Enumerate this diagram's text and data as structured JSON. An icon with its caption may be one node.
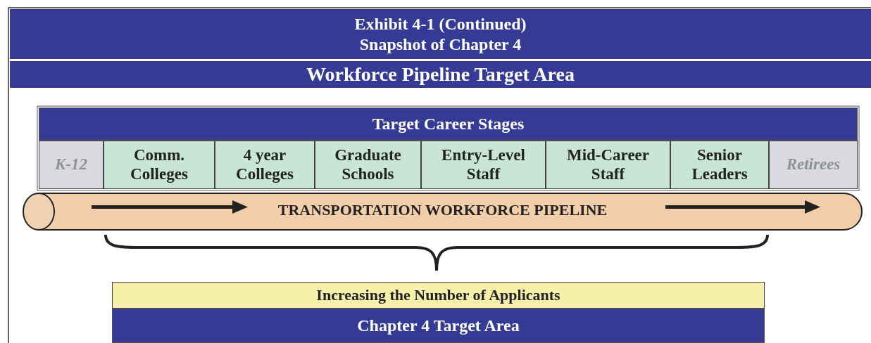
{
  "diagram": {
    "title": "Exhibit 4-1 (Continued) Snapshot of Chapter 4",
    "nodes": [
      {
        "text": [
          "Workforce Pipeline Target Area"
        ]
      },
      {
        "text": [
          "Target Career Stages"
        ]
      },
      {
        "text": [
          "K-12"
        ]
      },
      {
        "text": [
          "Comm. Colleges"
        ]
      },
      {
        "text": [
          "4 year Colleges"
        ]
      },
      {
        "text": [
          "Graduate Schools"
        ]
      },
      {
        "text": [
          "Entry-Level Staff"
        ]
      },
      {
        "text": [
          "Mid-Career Staff"
        ]
      },
      {
        "text": [
          "Senior Leaders"
        ]
      },
      {
        "text": [
          "Retirees"
        ]
      },
      {
        "text": [
          "TRANSPORTATION WORKFORCE PIPELINE"
        ]
      },
      {
        "text": [
          "Increasing the Number of Applicants"
        ]
      },
      {
        "text": [
          "Chapter 4 Target Area"
        ]
      }
    ],
    "edges": []
  }
}
